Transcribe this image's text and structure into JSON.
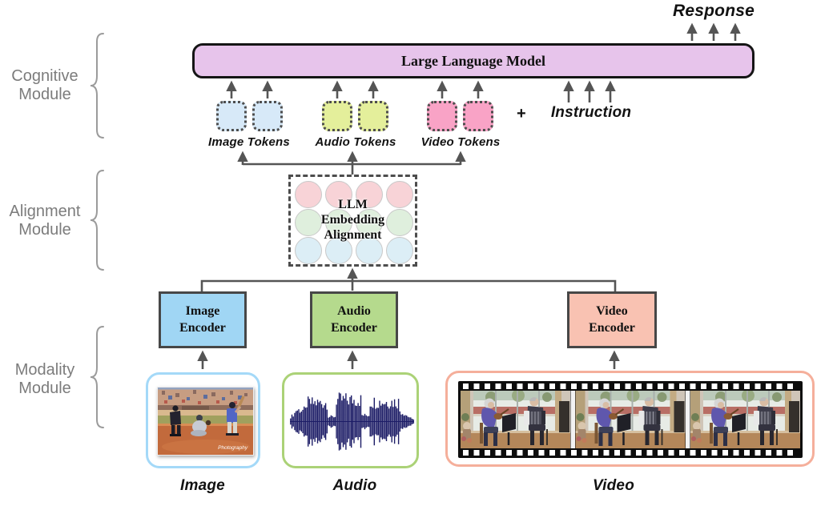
{
  "colors": {
    "llm_fill": "#e7c4eb",
    "image_token": "#d7e9f8",
    "audio_token": "#e4ef9b",
    "video_token": "#f9a3c6",
    "circle_pink": "#f8d3d7",
    "circle_green": "#dfefdd",
    "circle_blue": "#dceef6",
    "image_encoder": "#a0d6f4",
    "audio_encoder": "#b5da8d",
    "video_encoder": "#f9c2b2",
    "image_media_border": "#a4d9f8",
    "audio_media_border": "#abd277",
    "video_media_border": "#f5af9b",
    "line": "#555555",
    "module_text": "#7c7c7c",
    "waveform": "#1c1c66"
  },
  "cognitive": {
    "response": "Response",
    "llm": "Large Language Model",
    "plus": "+",
    "instruction": "Instruction"
  },
  "tokens": {
    "image": "Image Tokens",
    "audio": "Audio Tokens",
    "video": "Video Tokens"
  },
  "alignment": {
    "line1": "LLM",
    "line2": "Embedding",
    "line3": "Alignment"
  },
  "encoders": {
    "image_line1": "Image",
    "image_line2": "Encoder",
    "audio_line1": "Audio",
    "audio_line2": "Encoder",
    "video_line1": "Video",
    "video_line2": "Encoder"
  },
  "media": {
    "image": "Image",
    "audio": "Audio",
    "video": "Video",
    "image_watermark": "Photography"
  },
  "modules": {
    "cognitive_line1": "Cognitive",
    "cognitive_line2": "Module",
    "alignment_line1": "Alignment",
    "alignment_line2": "Module",
    "modality_line1": "Modality",
    "modality_line2": "Module"
  }
}
